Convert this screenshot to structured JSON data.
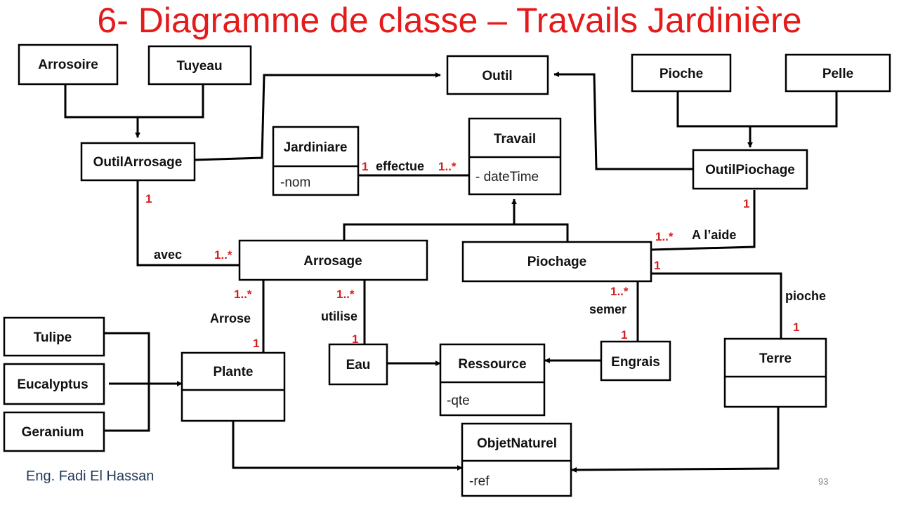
{
  "title": "6- Diagramme de classe – Travails Jardinière",
  "footer": {
    "author": "Eng. Fadi El Hassan",
    "page": "93"
  },
  "colors": {
    "title": "#e51a1a",
    "multiplicity": "#d42020",
    "line": "#000000"
  },
  "classes": {
    "arrosoire": {
      "name": "Arrosoire"
    },
    "tuyeau": {
      "name": "Tuyeau"
    },
    "outil": {
      "name": "Outil"
    },
    "pioche": {
      "name": "Pioche"
    },
    "pelle": {
      "name": "Pelle"
    },
    "outil_arrosage": {
      "name": "OutilArrosage"
    },
    "jardiniare": {
      "name": "Jardiniare",
      "attr": "-nom"
    },
    "travail": {
      "name": "Travail",
      "attr": "- dateTime"
    },
    "outil_piochage": {
      "name": "OutilPiochage"
    },
    "arrosage": {
      "name": "Arrosage"
    },
    "piochage": {
      "name": "Piochage"
    },
    "tulipe": {
      "name": "Tulipe"
    },
    "eucalyptus": {
      "name": "Eucalyptus"
    },
    "geranium": {
      "name": "Geranium"
    },
    "plante": {
      "name": "Plante",
      "attr": ""
    },
    "eau": {
      "name": "Eau"
    },
    "ressource": {
      "name": "Ressource",
      "attr": "-qte"
    },
    "engrais": {
      "name": "Engrais"
    },
    "terre": {
      "name": "Terre",
      "attr": ""
    },
    "objet_naturel": {
      "name": "ObjetNaturel",
      "attr": "-ref"
    }
  },
  "associations": {
    "effectue": {
      "label": "effectue",
      "source_mult": "1",
      "target_mult": "1..*"
    },
    "avec": {
      "label": "avec",
      "source_mult": "1",
      "target_mult": "1..*"
    },
    "a_laide": {
      "label": "A l’aide",
      "source_mult": "1",
      "target_mult": "1..*"
    },
    "arrose": {
      "label": "Arrose",
      "source_mult": "1..*",
      "target_mult": "1"
    },
    "utilise": {
      "label": "utilise",
      "source_mult": "1..*",
      "target_mult": "1"
    },
    "semer": {
      "label": "semer",
      "source_mult": "1..*",
      "target_mult": "1"
    },
    "pioche": {
      "label": "pioche",
      "source_mult": "1",
      "target_mult": "1"
    }
  }
}
